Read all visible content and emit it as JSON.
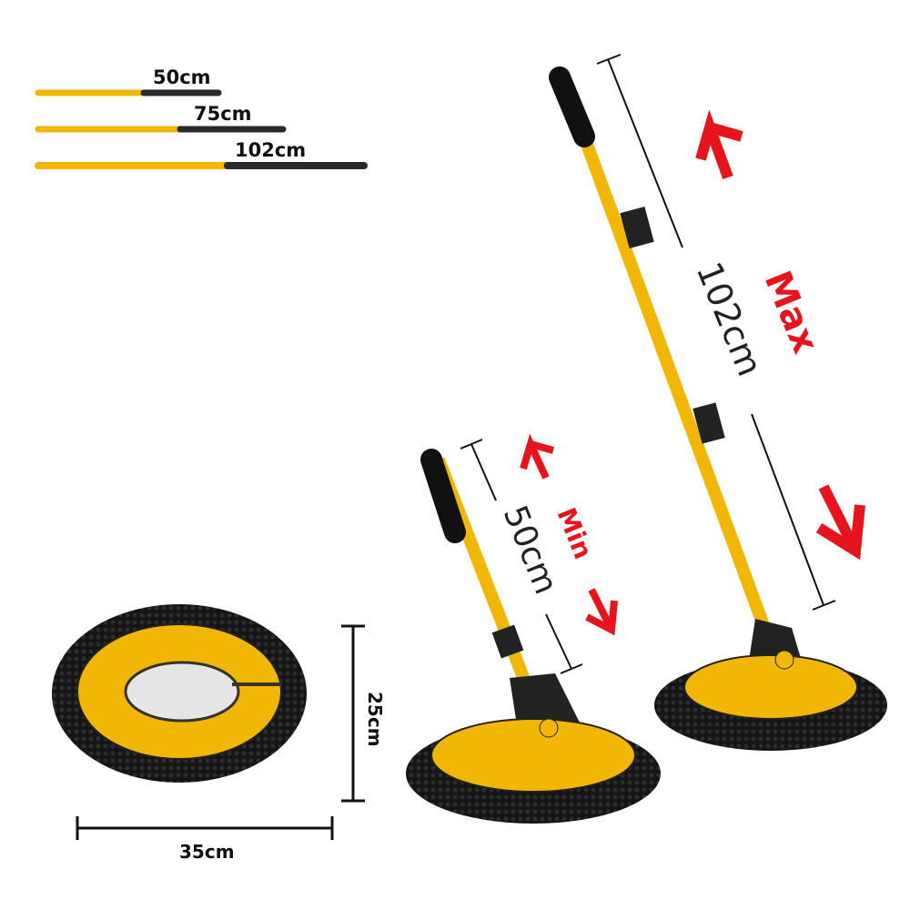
{
  "legend": [
    {
      "label": "50cm"
    },
    {
      "label": "75cm"
    },
    {
      "label": "102cm"
    }
  ],
  "max_length": "102cm",
  "max_label": "Max",
  "min_length": "50cm",
  "min_label": "Min",
  "head_height": "25cm",
  "head_width": "35cm",
  "colors": {
    "yellow": "#f2b705",
    "black": "#1a1a1a",
    "red": "#e8141b"
  }
}
